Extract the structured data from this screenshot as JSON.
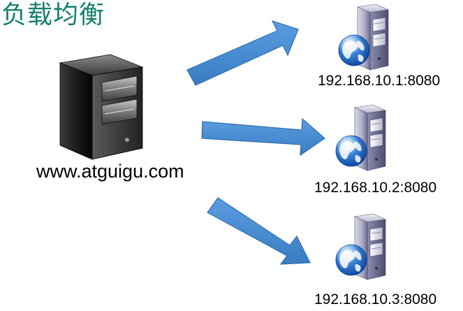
{
  "title": "负载均衡",
  "main_server": {
    "label": "www.atguigu.com"
  },
  "backend_servers": [
    {
      "label": "192.168.10.1:8080"
    },
    {
      "label": "192.168.10.2:8080"
    },
    {
      "label": "192.168.10.3:8080"
    }
  ],
  "colors": {
    "title": "#15806e",
    "arrow_fill": "#4a8fd0",
    "arrow_stroke": "#2f6fae"
  }
}
